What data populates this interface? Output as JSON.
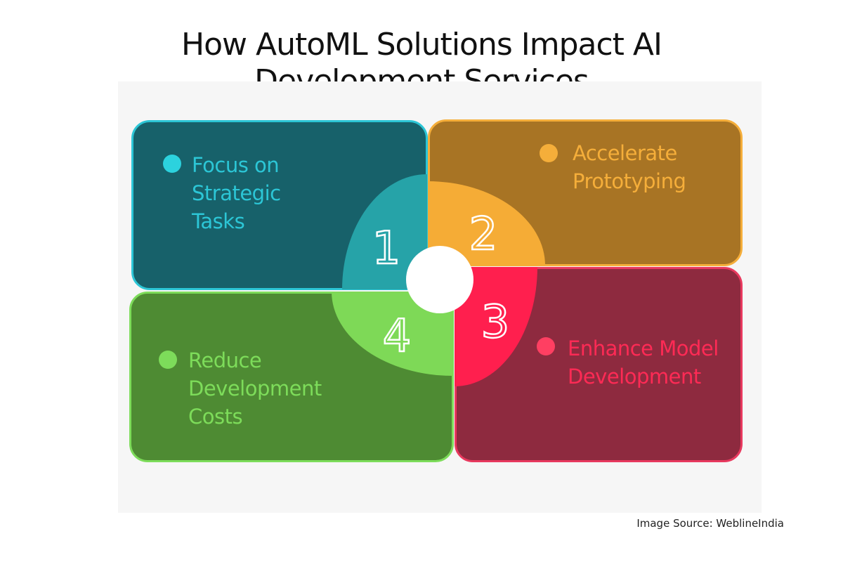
{
  "title": "How AutoML Solutions Impact AI Development Services",
  "items": [
    {
      "number": "1",
      "label": "Focus on Strategic Tasks",
      "color": "#2cc6d6"
    },
    {
      "number": "2",
      "label": "Accelerate Prototyping",
      "color": "#f5ae3a"
    },
    {
      "number": "3",
      "label": "Enhance Model Development",
      "color": "#ff2a55"
    },
    {
      "number": "4",
      "label": "Reduce Development Costs",
      "color": "#7ddc5a"
    }
  ],
  "source": "Image Source: WeblineIndia"
}
